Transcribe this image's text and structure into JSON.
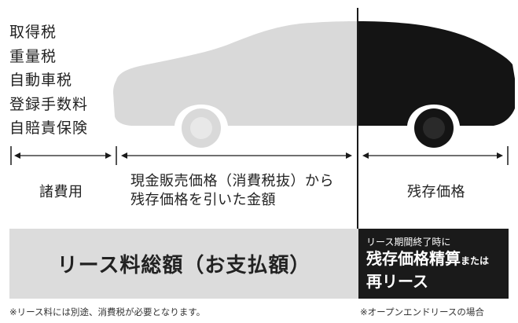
{
  "taxes": [
    "取得税",
    "重量税",
    "自動車税",
    "登録手数料",
    "自賠責保険"
  ],
  "segments": {
    "fees_label": "諸費用",
    "price_line1": "現金販売価格（消費税抜）から",
    "price_line2": "残存価格を引いた金額",
    "residual_label": "残存価格"
  },
  "lease_total_label": "リース料総額（お支払額）",
  "end_box": {
    "sub": "リース期間終了時に",
    "main_line1": "残存価格精算",
    "main_or": "または",
    "main_line2": "再リース"
  },
  "notes": {
    "left": "※リース料には別途、消費税が必要となります。",
    "right": "※オープンエンドリースの場合"
  },
  "colors": {
    "car_light": "#d9d9d9",
    "car_dark": "#141414",
    "gray_box": "#dcdcdc",
    "dark_box": "#1a1a1a"
  }
}
